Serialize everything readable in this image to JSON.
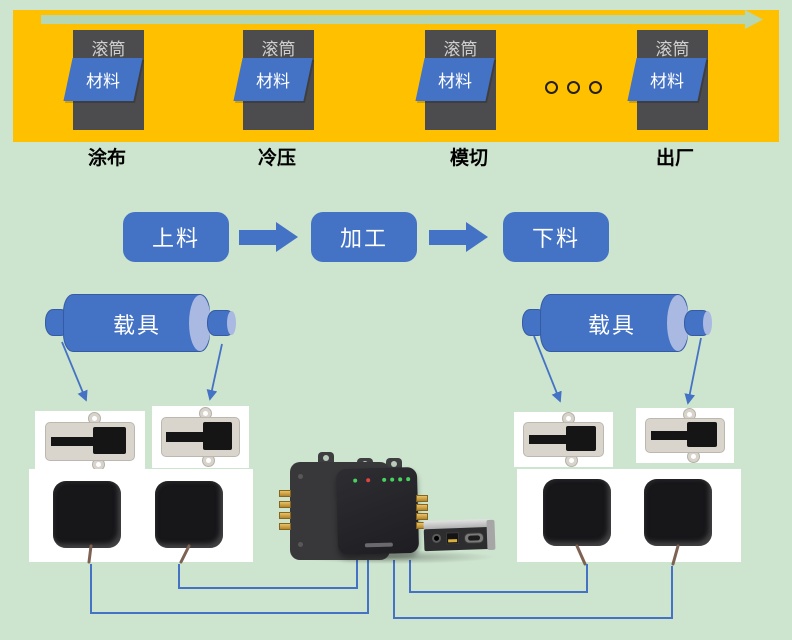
{
  "colors": {
    "background": "#cde4ce",
    "banner_orange": "#ffc000",
    "direction_arrow_green": "#b5d7b5",
    "station_gray": "#4c4c4e",
    "primary_blue": "#4472c4",
    "cylinder_end_light": "#a9b9e2",
    "connector_line_blue": "#4472c4",
    "cable_brown": "#7d6152"
  },
  "banner": {
    "stations": [
      {
        "roller_label": "滚筒",
        "material_label": "材料",
        "stage_label": "涂布"
      },
      {
        "roller_label": "滚筒",
        "material_label": "材料",
        "stage_label": "冷压"
      },
      {
        "roller_label": "滚筒",
        "material_label": "材料",
        "stage_label": "模切"
      },
      {
        "roller_label": "滚筒",
        "material_label": "材料",
        "stage_label": "出厂"
      }
    ],
    "ellipsis_dot_count": 3
  },
  "flow_steps": [
    {
      "label": "上料"
    },
    {
      "label": "加工"
    },
    {
      "label": "下料"
    }
  ],
  "carriers": {
    "left_label": "载具",
    "right_label": "载具"
  },
  "icons": {
    "direction_arrow": "right-arrow",
    "tag_holder": "rfid-tag-holder-photo",
    "patch_antenna": "rfid-patch-antenna-photo",
    "reader": "rfid-reader-photo",
    "interface_ports": [
      "power-jack",
      "ethernet-port",
      "serial-db9-port"
    ]
  }
}
